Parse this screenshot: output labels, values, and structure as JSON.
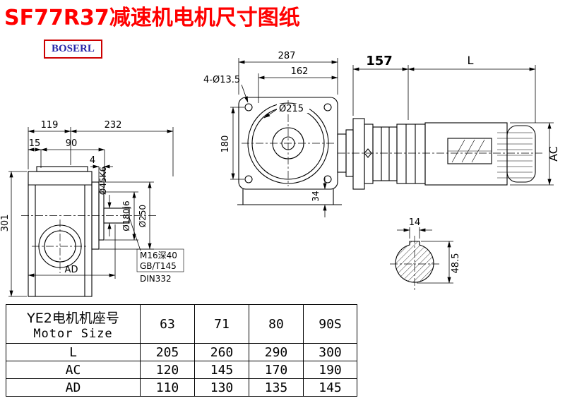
{
  "title": "SF77R37减速机电机尺寸图纸",
  "logo_text": "BOSERL",
  "side_view": {
    "dim_width_1": "119",
    "dim_width_2": "232",
    "dim_offset_1": "15",
    "dim_offset_2": "90",
    "dim_gap": "4",
    "dim_height": "301",
    "dim_ad": "AD",
    "dim_shaft_dia": "Ø45K6",
    "dim_spigot_dia": "Ø180j6",
    "dim_flange_dia": "Ø250",
    "note_tap": "M16深40",
    "note_std1": "GB/T145",
    "note_std2": "DIN332"
  },
  "front_view": {
    "dim_total_width": "287",
    "dim_bolt_width": "162",
    "dim_holes": "4-Ø13.5",
    "dim_flange_od": "Ø215",
    "dim_bolt_height": "180",
    "dim_base": "34"
  },
  "motor_view": {
    "dim_adapter_len": "157",
    "dim_motor_len": "L",
    "dim_motor_dia": "AC"
  },
  "shaft_section": {
    "dim_key_width": "14",
    "dim_key_height": "48.5"
  },
  "table": {
    "header_cn": "YE2电机机座号",
    "header_en": "Motor Size",
    "columns": [
      "63",
      "71",
      "80",
      "90S"
    ],
    "rows": [
      {
        "label": "L",
        "values": [
          "205",
          "260",
          "290",
          "300"
        ]
      },
      {
        "label": "AC",
        "values": [
          "120",
          "145",
          "170",
          "190"
        ]
      },
      {
        "label": "AD",
        "values": [
          "110",
          "130",
          "135",
          "145"
        ]
      }
    ]
  }
}
